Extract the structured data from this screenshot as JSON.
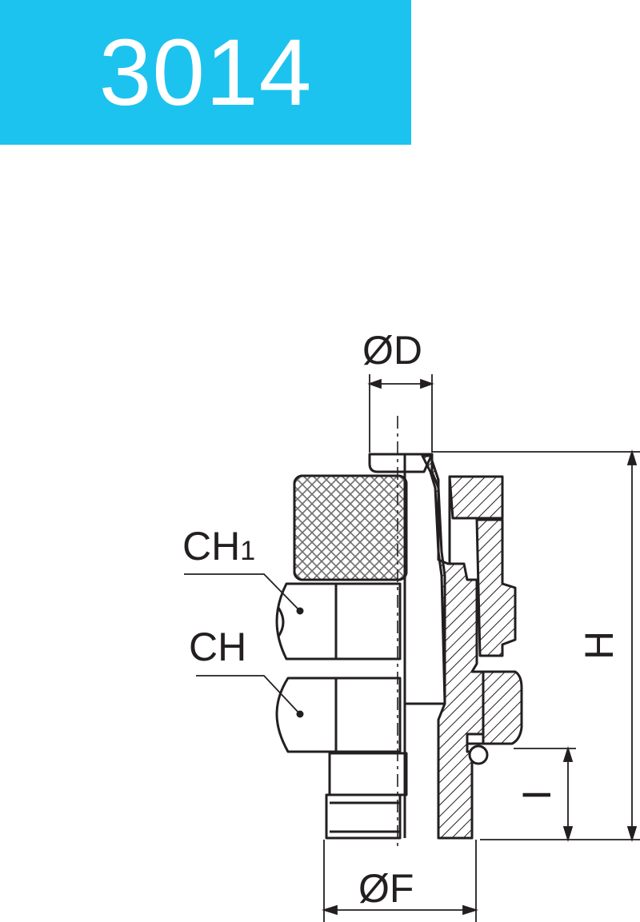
{
  "header": {
    "product_code": "3014",
    "banner_color": "#1cc3ef"
  },
  "dimensions": {
    "tube_diameter": "ØD",
    "thread_diameter": "ØF",
    "height": "H",
    "thread_length": "I",
    "hex_wrench_upper": "CH",
    "hex_wrench_upper_subscript": "1",
    "hex_wrench_lower": "CH"
  },
  "colors": {
    "line": "#231f20",
    "background": "#ffffff"
  }
}
